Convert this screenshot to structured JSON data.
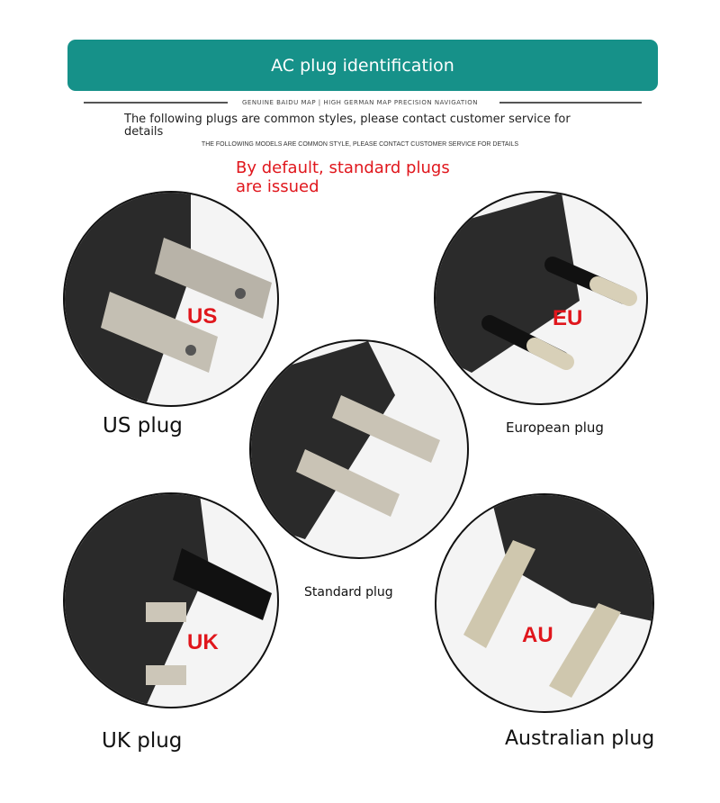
{
  "header": {
    "title": "AC plug identification",
    "subtitle": "GENUINE BAIDU MAP | HIGH GERMAN MAP PRECISION NAVIGATION",
    "note": "The following plugs are common styles, please contact customer service for details",
    "note_caps": "THE FOLLOWING MODELS ARE COMMON STYLE, PLEASE CONTACT CUSTOMER SERVICE FOR DETAILS",
    "default_notice": "By default, standard plugs are issued"
  },
  "plugs": {
    "us": {
      "tag": "US",
      "caption": "US plug"
    },
    "eu": {
      "tag": "EU",
      "caption": "European plug"
    },
    "standard": {
      "caption": "Standard plug"
    },
    "uk": {
      "tag": "UK",
      "caption": "UK plug"
    },
    "au": {
      "tag": "AU",
      "caption": "Australian plug"
    }
  },
  "colors": {
    "banner": "#169189",
    "accent_red": "#e0161c"
  }
}
